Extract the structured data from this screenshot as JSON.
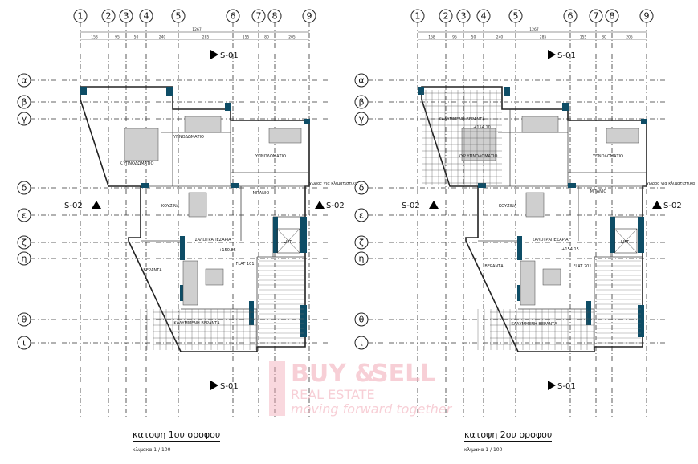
{
  "grid": {
    "columns": [
      "1",
      "2",
      "3",
      "4",
      "5",
      "6",
      "7",
      "8",
      "9"
    ],
    "rows": [
      "α",
      "β",
      "γ",
      "δ",
      "ε",
      "ζ",
      "η",
      "θ",
      "ι"
    ],
    "total_dim": "1267",
    "column_dims": [
      "158",
      "95",
      "50",
      "240",
      "285",
      "155",
      "80",
      "205"
    ]
  },
  "sections": {
    "s01": "S-01",
    "s02": "S-02"
  },
  "plans": [
    {
      "title": "κατοψη 1ου οροφου",
      "scale": "κλιμακα 1 / 100",
      "rooms": {
        "bedroom1": "ΥΠΝΟΔΩΜΑΤΙΟ",
        "master": "Κ.ΥΠΝΟΔΩΜΑΤΙΟ",
        "bedroom2": "ΥΠΝΟΔΩΜΑΤΙΟ",
        "bath": "ΜΠΑΝΙΟ",
        "kitchen": "ΚΟΥΖΙΝΑ",
        "living": "ΣΑΛΟΤΡΑΠΕΖΑΡΙΑ",
        "flat": "FLAT 101",
        "veranda": "ΒΕΡΑΝΤΑ",
        "covered_veranda": "ΚΑΛΥΜΜΕΝΗ ΒΕΡΑΝΤΑ",
        "lift": "LIFT",
        "ac_space": "χωρος για κλιματιστικα",
        "level": "+150.85"
      }
    },
    {
      "title": "κατοψη 2ου οροφου",
      "scale": "κλιμακα 1 / 100",
      "rooms": {
        "top_veranda": "ΚΑΛΥΜΜΕΝΗ ΒΕΡΑΝΤΑ",
        "master": "ΚΥΡ.ΥΠΝΟΔΩΜΑΤΙΟ",
        "bedroom2": "ΥΠΝΟΔΩΜΑΤΙΟ",
        "bath": "ΜΠΑΝΙΟ",
        "kitchen": "ΚΟΥΖΙΝΑ",
        "living": "ΣΑΛΟΤΡΑΠΕΖΑΡΙΑ",
        "flat": "FLAT 201",
        "veranda": "ΒΕΡΑΝΤΑ",
        "covered_veranda": "ΚΑΛΥΜΜΕΝΗ ΒΕΡΑΝΤΑ",
        "lift": "LIFT",
        "ac_space": "χωρος για κλιματιστικα",
        "level": "+154.15",
        "level_top": "+154.10"
      }
    }
  ],
  "watermark": {
    "line1": "BUY &",
    "line2": "SELL",
    "line3": "REAL ESTATE",
    "tagline": "moving forward together",
    "color": "#f2a9b6"
  }
}
